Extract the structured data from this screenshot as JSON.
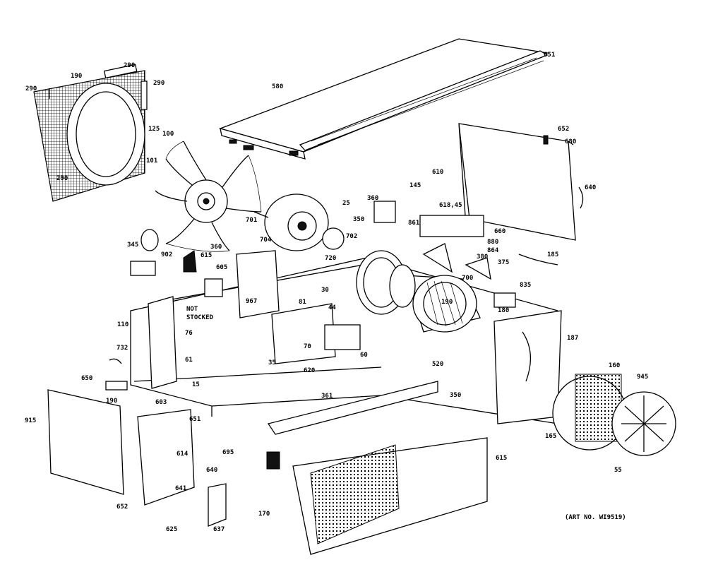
{
  "diagram": {
    "art_number": "(ART NO. WI9519)",
    "callouts": [
      {
        "id": "c651",
        "text": "651"
      },
      {
        "id": "c290a",
        "text": "290"
      },
      {
        "id": "c190",
        "text": "190"
      },
      {
        "id": "c290b",
        "text": "290"
      },
      {
        "id": "c290c",
        "text": "290"
      },
      {
        "id": "c290d",
        "text": "290"
      },
      {
        "id": "c125",
        "text": "125"
      },
      {
        "id": "c580",
        "text": "580"
      },
      {
        "id": "c100",
        "text": "100"
      },
      {
        "id": "c101",
        "text": "101"
      },
      {
        "id": "c652",
        "text": "652"
      },
      {
        "id": "c680",
        "text": "680"
      },
      {
        "id": "c610",
        "text": "610"
      },
      {
        "id": "c640",
        "text": "640"
      },
      {
        "id": "c145",
        "text": "145"
      },
      {
        "id": "c360",
        "text": "360"
      },
      {
        "id": "c350",
        "text": "350"
      },
      {
        "id": "c25",
        "text": "25"
      },
      {
        "id": "c701",
        "text": "701"
      },
      {
        "id": "c702",
        "text": "702"
      },
      {
        "id": "c704",
        "text": "704"
      },
      {
        "id": "c345",
        "text": "345"
      },
      {
        "id": "c615a",
        "text": "615"
      },
      {
        "id": "c902",
        "text": "902"
      },
      {
        "id": "c3605",
        "text": "360"
      },
      {
        "id": "c605",
        "text": "605"
      },
      {
        "id": "c861",
        "text": "861"
      },
      {
        "id": "c618",
        "text": "618,45"
      },
      {
        "id": "c660",
        "text": "660"
      },
      {
        "id": "c880",
        "text": "880"
      },
      {
        "id": "c864",
        "text": "864"
      },
      {
        "id": "c185",
        "text": "185"
      },
      {
        "id": "c375",
        "text": "375"
      },
      {
        "id": "c380",
        "text": "380"
      },
      {
        "id": "c700",
        "text": "700"
      },
      {
        "id": "c720",
        "text": "720"
      },
      {
        "id": "c835",
        "text": "835"
      },
      {
        "id": "c180a",
        "text": "180"
      },
      {
        "id": "c190b",
        "text": "190"
      },
      {
        "id": "c110",
        "text": "110"
      },
      {
        "id": "c967",
        "text": "967"
      },
      {
        "id": "c81",
        "text": "81"
      },
      {
        "id": "c76",
        "text": "76"
      },
      {
        "id": "c44",
        "text": "44"
      },
      {
        "id": "c30",
        "text": "30"
      },
      {
        "id": "c70",
        "text": "70"
      },
      {
        "id": "c60",
        "text": "60"
      },
      {
        "id": "c35",
        "text": "35"
      },
      {
        "id": "c620",
        "text": "620"
      },
      {
        "id": "c15",
        "text": "15"
      },
      {
        "id": "c732",
        "text": "732"
      },
      {
        "id": "c650",
        "text": "650"
      },
      {
        "id": "c190c",
        "text": "190"
      },
      {
        "id": "c915",
        "text": "915"
      },
      {
        "id": "c603",
        "text": "603"
      },
      {
        "id": "c651b",
        "text": "651"
      },
      {
        "id": "c614",
        "text": "614"
      },
      {
        "id": "c640b",
        "text": "640"
      },
      {
        "id": "c641",
        "text": "641"
      },
      {
        "id": "c652b",
        "text": "652"
      },
      {
        "id": "c625",
        "text": "625"
      },
      {
        "id": "c637",
        "text": "637"
      },
      {
        "id": "c695",
        "text": "695"
      },
      {
        "id": "c361",
        "text": "361"
      },
      {
        "id": "c520",
        "text": "520"
      },
      {
        "id": "c170",
        "text": "170"
      },
      {
        "id": "c615b",
        "text": "615"
      },
      {
        "id": "c187",
        "text": "187"
      },
      {
        "id": "c160",
        "text": "160"
      },
      {
        "id": "c945",
        "text": "945"
      },
      {
        "id": "c165",
        "text": "165"
      },
      {
        "id": "c55",
        "text": "55"
      },
      {
        "id": "c350b",
        "text": "350"
      },
      {
        "id": "c61",
        "text": "61"
      }
    ],
    "not_stocked": [
      "NOT",
      "STOCKED"
    ]
  }
}
